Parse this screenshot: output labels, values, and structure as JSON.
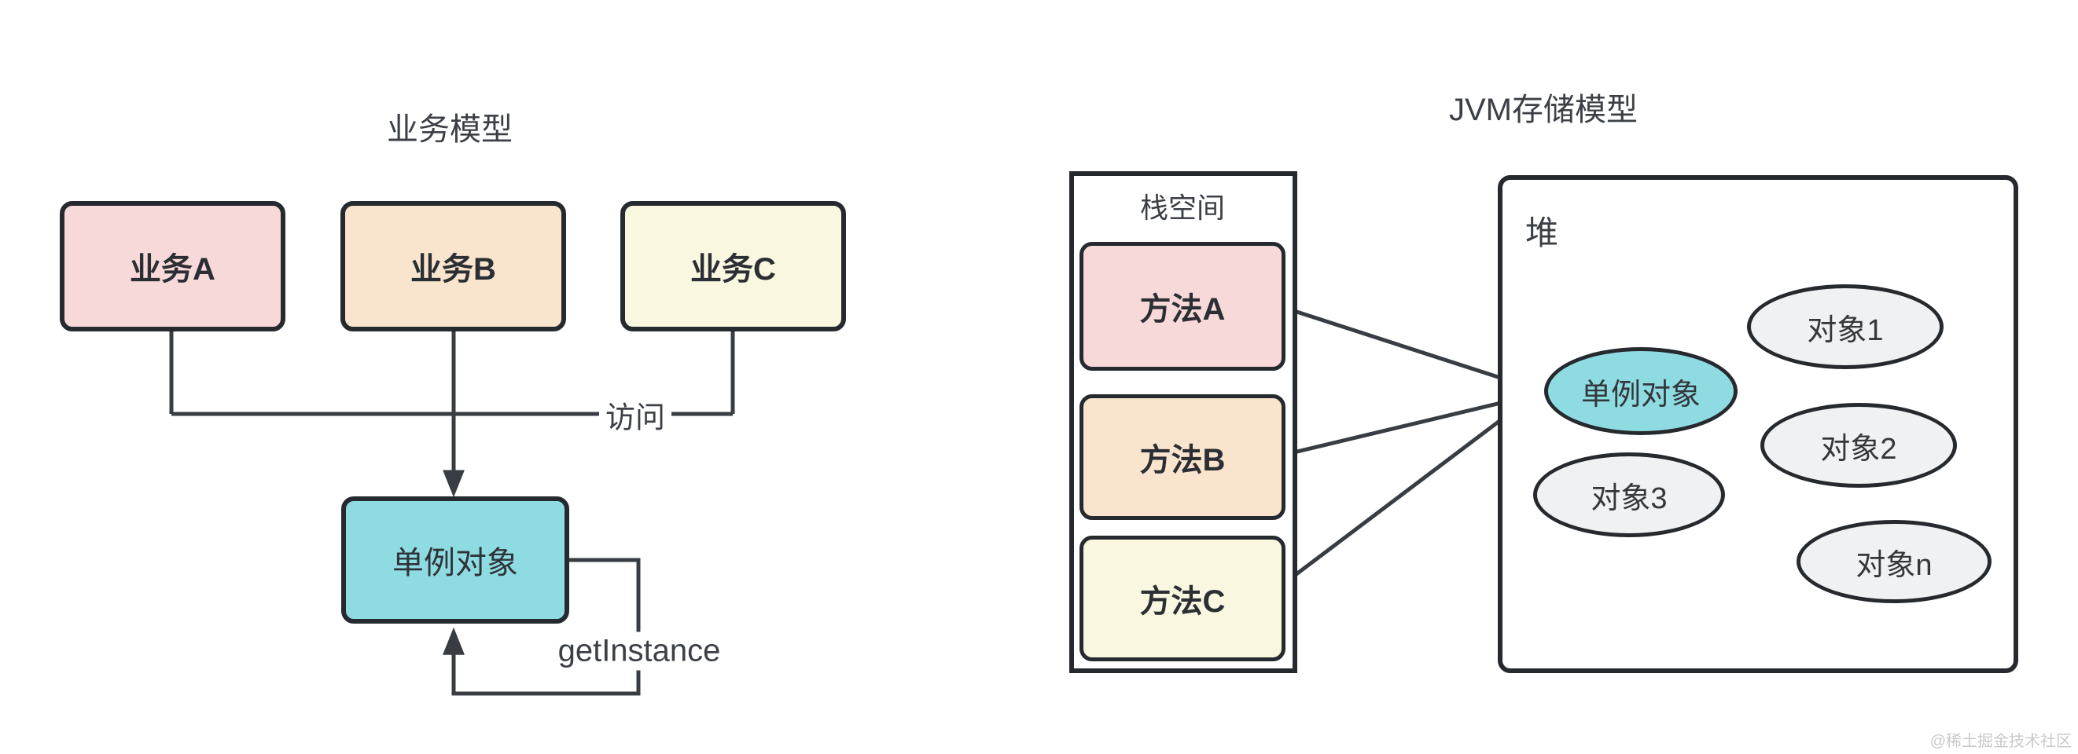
{
  "left_panel": {
    "title": "业务模型",
    "boxes": [
      {
        "label": "业务A",
        "color": "#f8d9da"
      },
      {
        "label": "业务B",
        "color": "#f9e4cd"
      },
      {
        "label": "业务C",
        "color": "#f9f7e0"
      }
    ],
    "access_label": "访问",
    "singleton_label": "单例对象",
    "getinstance_label": "getInstance"
  },
  "right_panel": {
    "title": "JVM存储模型",
    "stack": {
      "title": "栈空间",
      "methods": [
        {
          "label": "方法A",
          "color": "#f8d9da"
        },
        {
          "label": "方法B",
          "color": "#f9e4cd"
        },
        {
          "label": "方法C",
          "color": "#f9f7e0"
        }
      ]
    },
    "heap": {
      "title": "堆",
      "singleton_label": "单例对象",
      "objects": [
        {
          "label": "对象1"
        },
        {
          "label": "对象2"
        },
        {
          "label": "对象3"
        },
        {
          "label": "对象n"
        }
      ]
    }
  },
  "watermark": {
    "text": "@稀土掘金技术社区"
  },
  "colors": {
    "pink": "#f8d9da",
    "peach": "#f9e4cd",
    "cream": "#f9f7e0",
    "teal": "#8edce2",
    "gray_fill": "#f0f1f2",
    "border_dark": "#26292e",
    "line_dark": "#383d43",
    "text_dark": "#2b2e33",
    "text_title": "#3c4046",
    "watermark_gray": "#c9c9c9",
    "bg": "#ffffff"
  }
}
